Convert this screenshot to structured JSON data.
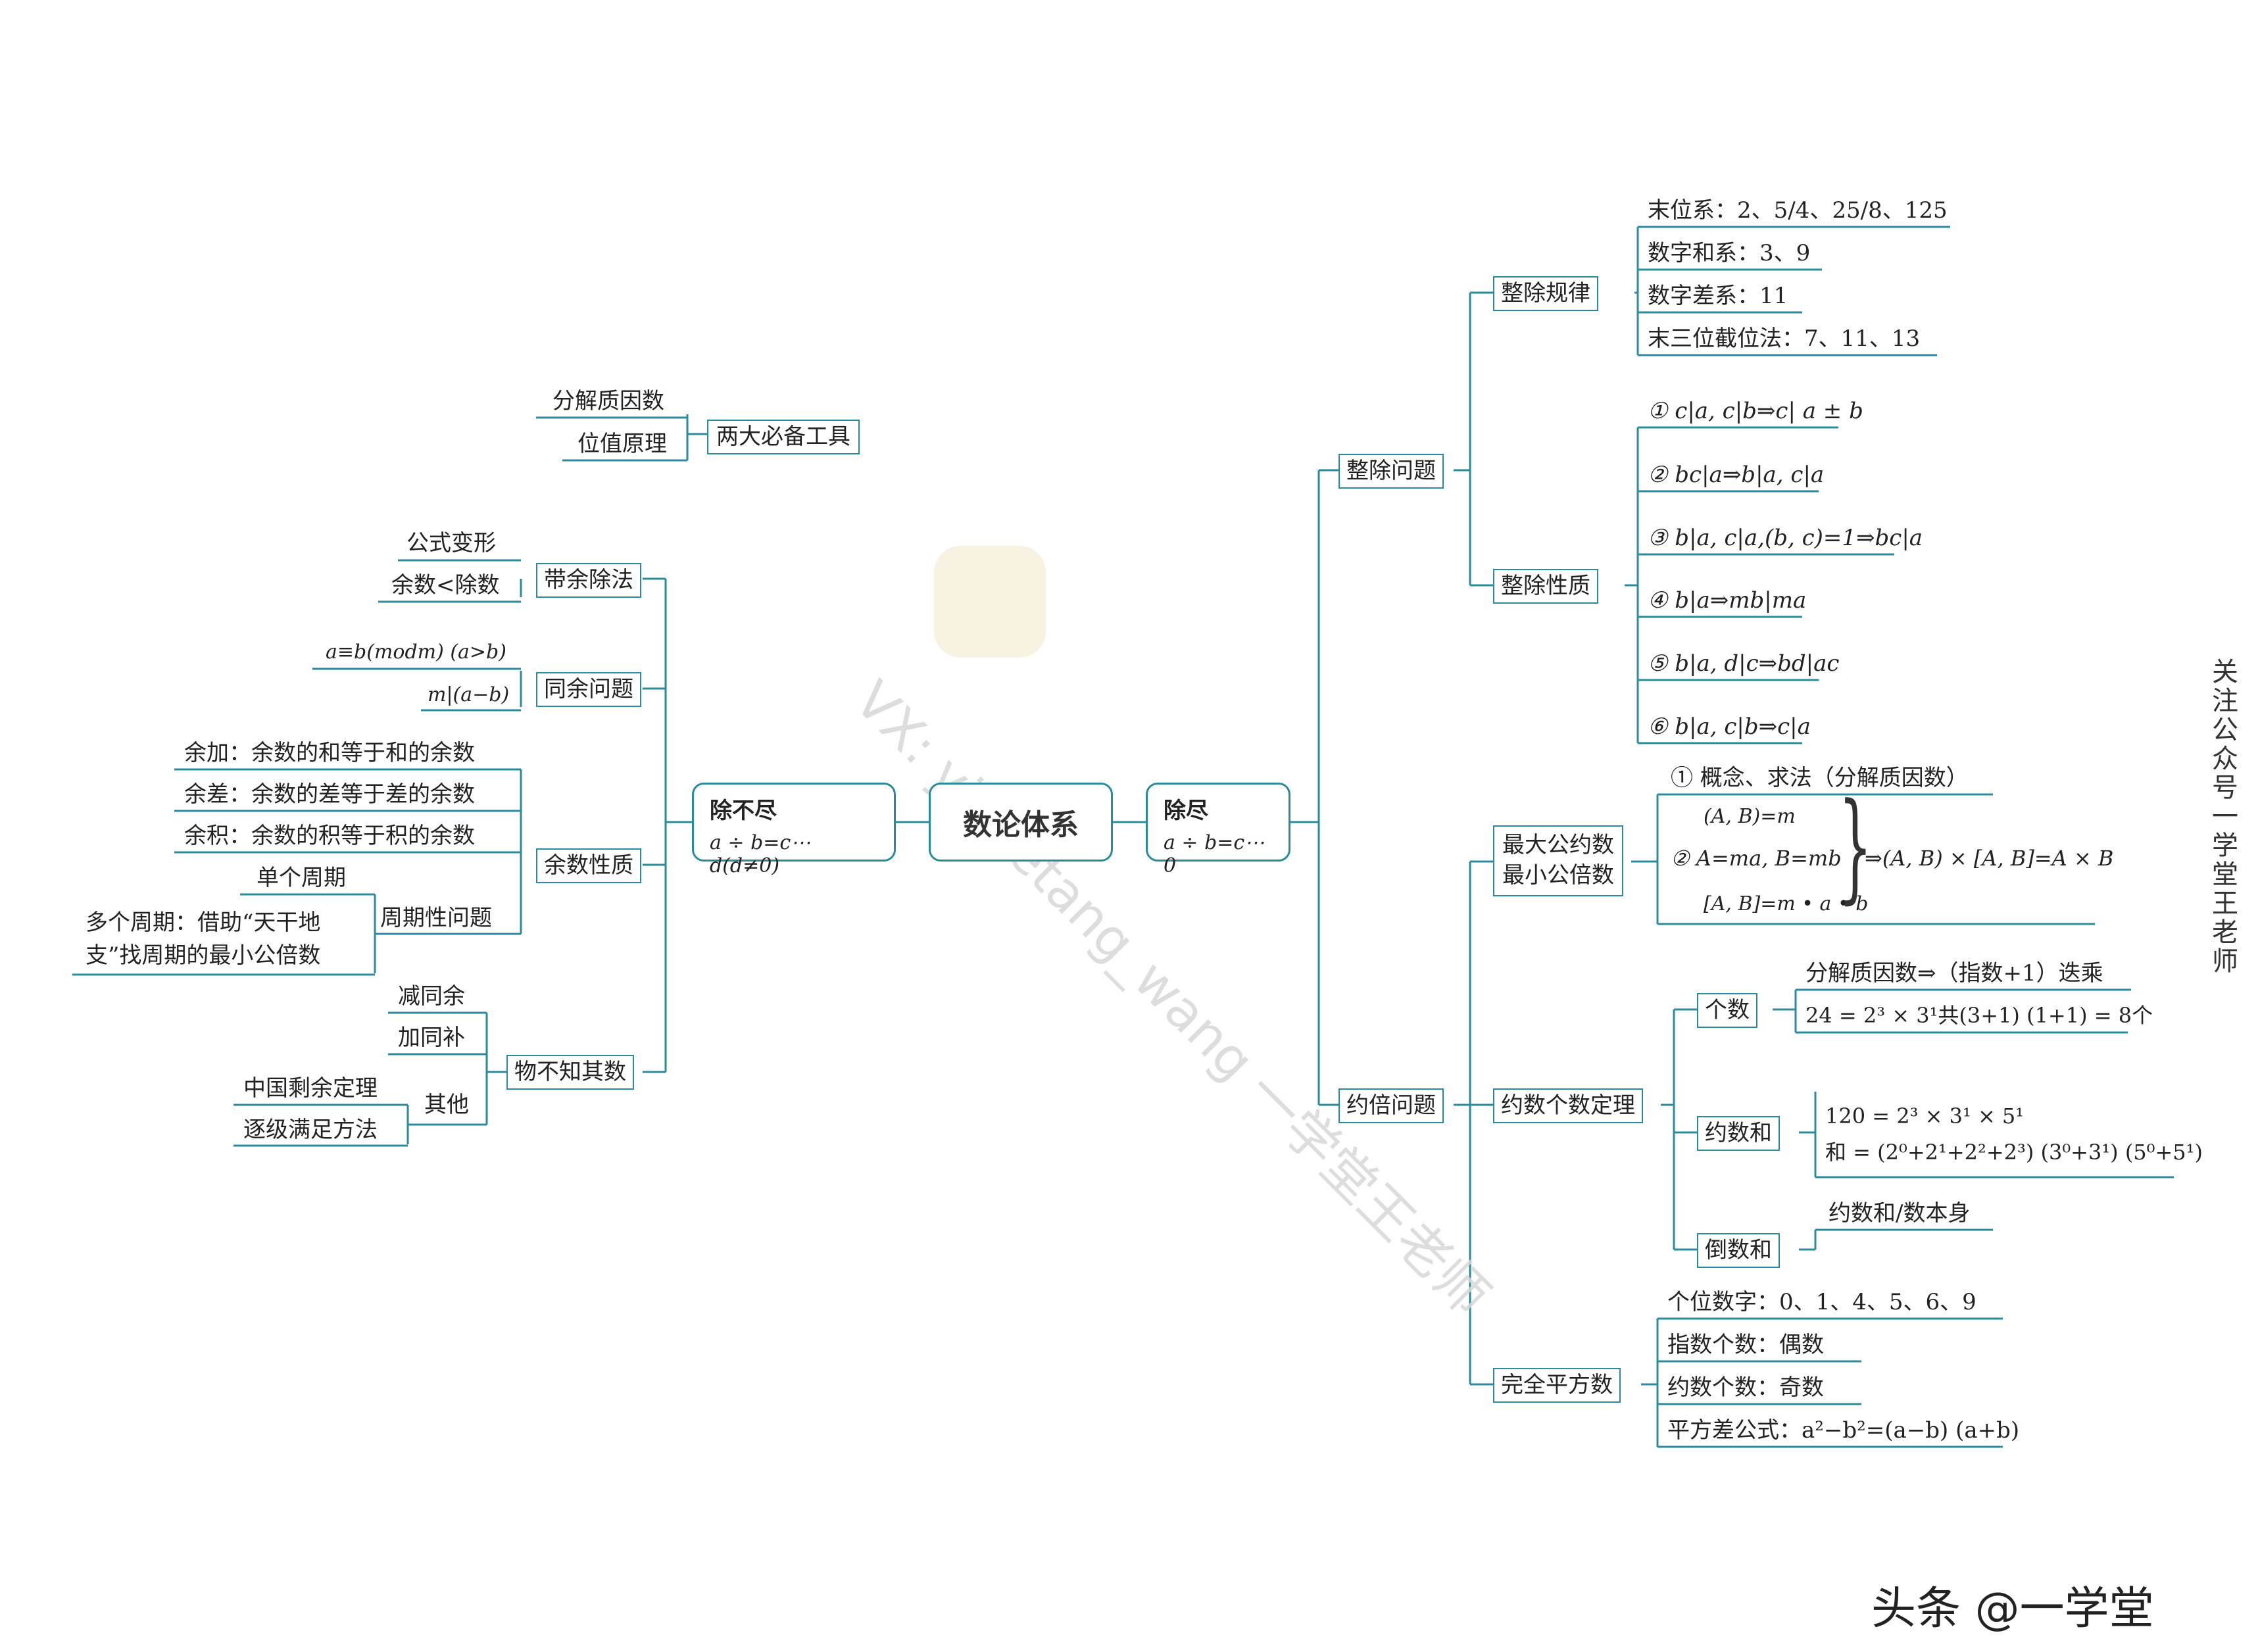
{
  "center": "数论体系",
  "left_main": {
    "title": "除不尽",
    "formula": "a ÷ b=c⋯d(d≠0)"
  },
  "right_main": {
    "title": "除尽",
    "formula": "a ÷ b=c⋯0"
  },
  "tools": {
    "label": "两大必备工具",
    "items": [
      "分解质因数",
      "位值原理"
    ]
  },
  "left": {
    "dai_yu": {
      "label": "带余除法",
      "items": [
        "公式变形",
        "余数<除数"
      ]
    },
    "tong_yu": {
      "label": "同余问题",
      "items": [
        "a≡b(modm) (a>b)",
        "m|(a−b)"
      ]
    },
    "yu_shu": {
      "label": "余数性质",
      "items": [
        "余加：余数的和等于和的余数",
        "余差：余数的差等于差的余数",
        "余积：余数的积等于积的余数"
      ],
      "periodic": {
        "label": "周期性问题",
        "single": "单个周期",
        "multi_line1": "多个周期：借助“天干地",
        "multi_line2": "支”找周期的最小公倍数"
      }
    },
    "wu_bu_zhi": {
      "label": "物不知其数",
      "items": [
        "减同余",
        "加同补"
      ],
      "other": {
        "label": "其他",
        "items": [
          "中国剩余定理",
          "逐级满足方法"
        ]
      }
    }
  },
  "right": {
    "zheng_chu": {
      "label": "整除问题",
      "gui_lv": {
        "label": "整除规律",
        "items": [
          "末位系：2、5/4、25/8、125",
          "数字和系：3、9",
          "数字差系：11",
          "末三位截位法：7、11、13"
        ]
      },
      "xing_zhi": {
        "label": "整除性质",
        "items": [
          "① c|a, c|b⇒c| a ± b",
          "② bc|a⇒b|a, c|a",
          "③ b|a, c|a,(b, c)=1⇒bc|a",
          "④ b|a⇒mb|ma",
          "⑤ b|a, d|c⇒bd|ac",
          "⑥ b|a, c|b⇒c|a"
        ]
      }
    },
    "yue_bei": {
      "label": "约倍问题",
      "gcd_lcm": {
        "label1": "最大公约数",
        "label2": "最小公倍数",
        "item1": "① 概念、求法（分解质因数）",
        "f1": "(A, B)=m",
        "f2": "② A=ma, B=mb",
        "f3": "[A, B]=m • a • b",
        "result": "⇒(A, B) × [A, B]=A × B"
      },
      "count": {
        "label": "约数个数定理",
        "ge_shu": {
          "label": "个数",
          "items": [
            "分解质因数⇒（指数+1）迭乘",
            "24 = 2³ × 3¹共(3+1) (1+1) = 8个"
          ]
        },
        "he": {
          "label": "约数和",
          "items": [
            "120 = 2³ × 3¹ × 5¹",
            "和 = (2⁰+2¹+2²+2³) (3⁰+3¹) (5⁰+5¹)"
          ]
        },
        "dao": {
          "label": "倒数和",
          "items": [
            "约数和/数本身"
          ]
        }
      },
      "square": {
        "label": "完全平方数",
        "items": [
          "个位数字：0、1、4、5、6、9",
          "指数个数：偶数",
          "约数个数：奇数",
          "平方差公式：a²−b²=(a−b) (a+b)"
        ]
      }
    }
  },
  "side_note": "关注公众号一学堂王老师",
  "footer": "头条 @一学堂",
  "watermark": "VX: yixuetang_wang  一学堂王老师",
  "colors": {
    "line": "#2b8a9c",
    "text": "#222222"
  }
}
